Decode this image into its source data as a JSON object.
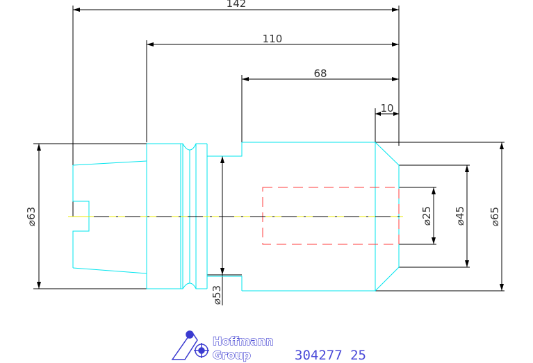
{
  "dimensions": {
    "overall_length": "142",
    "gauge_length": "110",
    "body_length": "68",
    "chamfer_length": "10",
    "flange_diameter": "⌀63",
    "shank_diameter": "⌀53",
    "bore_diameter": "⌀25",
    "face_diameter": "⌀45",
    "body_diameter": "⌀65"
  },
  "brand": {
    "line1": "Hoffmann",
    "line2": "Group"
  },
  "article": {
    "code": "304277 25"
  },
  "colors": {
    "outline": "#00e5ee",
    "dimension": "#000000",
    "centerline": "#e8e800",
    "hidden_bore": "#ff3b3b",
    "brand": "#3a3ad0"
  }
}
